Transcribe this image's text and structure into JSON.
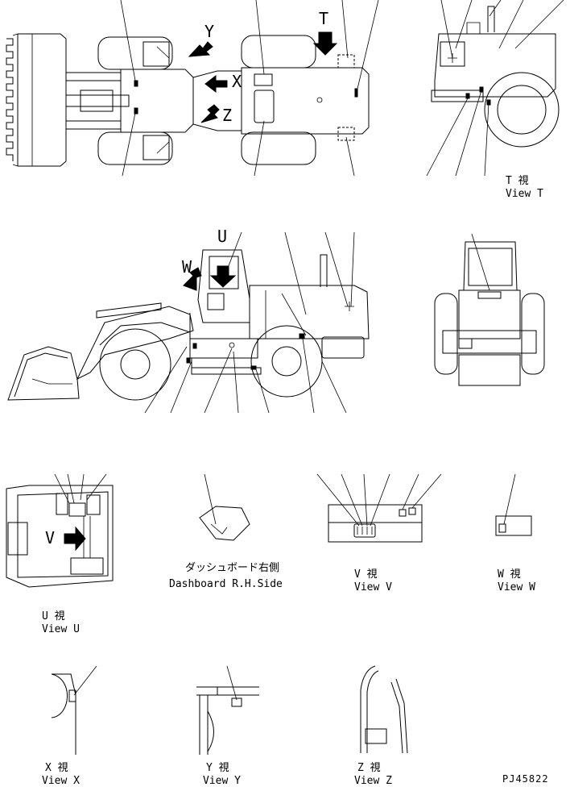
{
  "views": {
    "t": {
      "jp": "T 視",
      "en": "View T"
    },
    "u": {
      "jp": "U 視",
      "en": "View U"
    },
    "v": {
      "jp": "V 視",
      "en": "View V"
    },
    "w": {
      "jp": "W 視",
      "en": "View W"
    },
    "x": {
      "jp": "X 視",
      "en": "View X"
    },
    "y": {
      "jp": "Y 視",
      "en": "View Y"
    },
    "z": {
      "jp": "Z 視",
      "en": "View Z"
    }
  },
  "dashboard": {
    "jp": "ダッシュボード右側",
    "en": "Dashboard R.H.Side"
  },
  "arrow_letters": {
    "y": "Y",
    "t": "T",
    "x": "X",
    "z": "Z",
    "u": "U",
    "w": "W",
    "v": "V"
  },
  "drawing_number": "PJ45822"
}
